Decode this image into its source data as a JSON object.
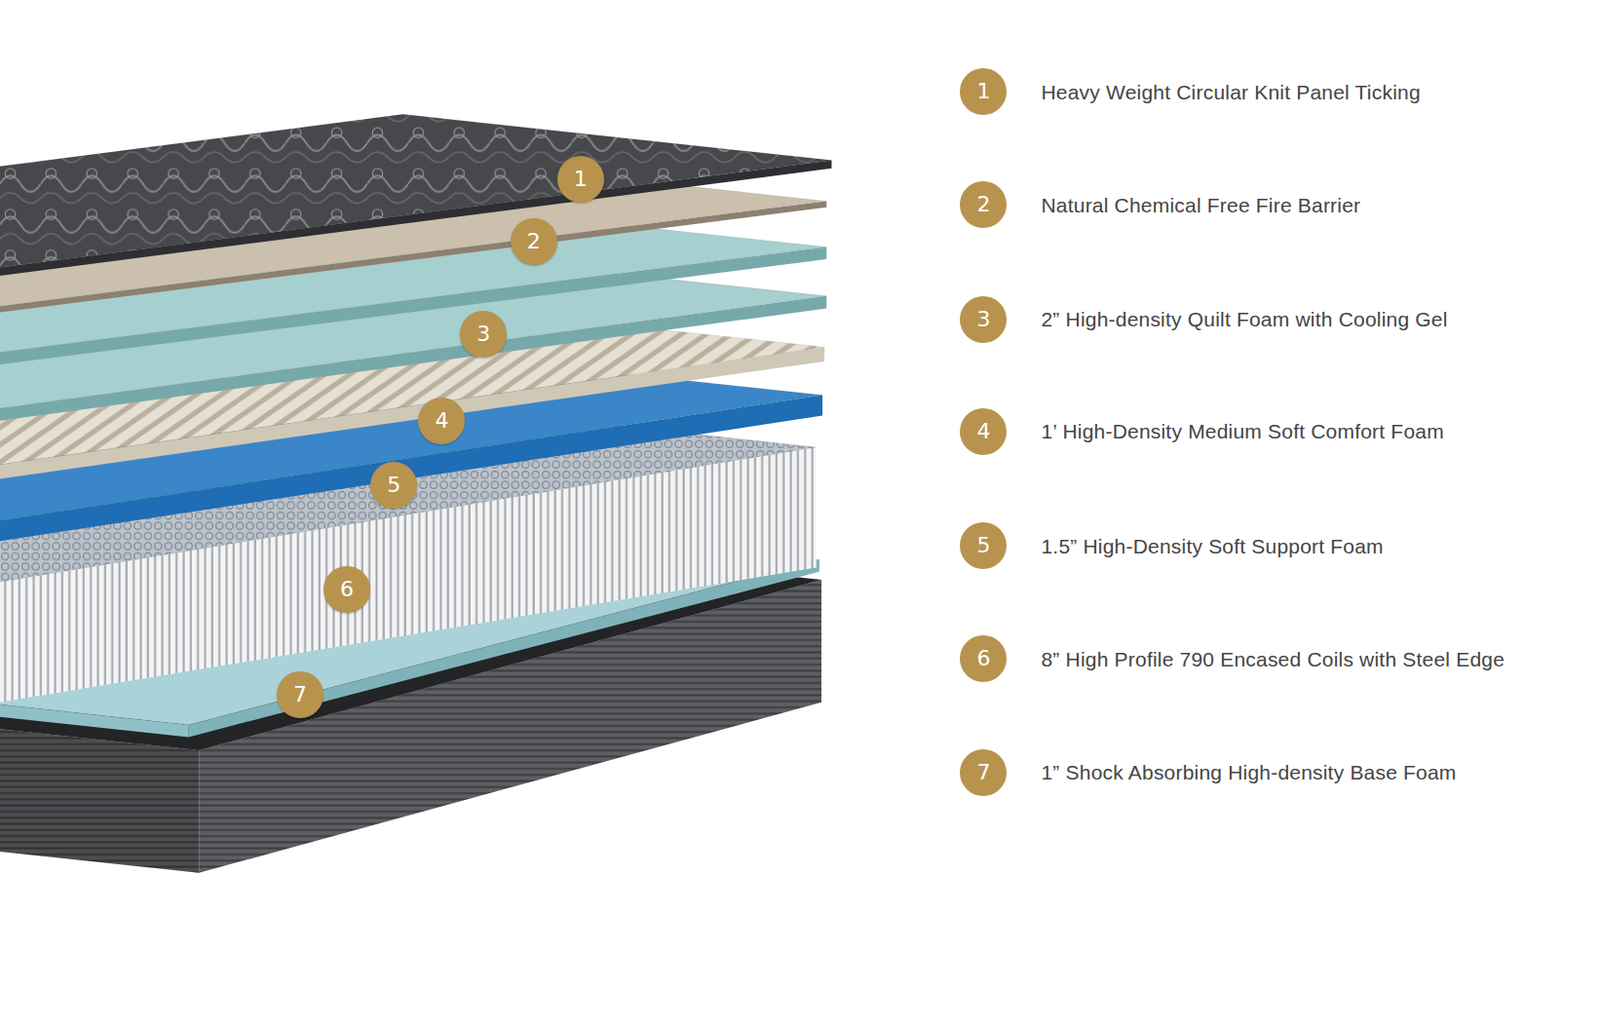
{
  "diagram": {
    "nodes": [
      {
        "text": [
          "1"
        ]
      },
      {
        "text": [
          "2"
        ]
      },
      {
        "text": [
          "3"
        ]
      },
      {
        "text": [
          "4"
        ]
      },
      {
        "text": [
          "5"
        ]
      },
      {
        "text": [
          "6"
        ]
      },
      {
        "text": [
          "7"
        ]
      },
      {
        "text": [
          "1",
          "Heavy Weight Circular Knit Panel Ticking"
        ]
      },
      {
        "text": [
          "2",
          "Natural Chemical Free Fire Barrier"
        ]
      },
      {
        "text": [
          "3",
          "2” High-density Quilt Foam with Cooling Gel"
        ]
      },
      {
        "text": [
          "4",
          "1’ High-Density Medium Soft Comfort Foam"
        ]
      },
      {
        "text": [
          "5",
          "1.5” High-Density Soft Support Foam"
        ]
      },
      {
        "text": [
          "6",
          "8” High Profile 790 Encased Coils with Steel Edge"
        ]
      },
      {
        "text": [
          "7",
          "1” Shock Absorbing High-density Base Foam"
        ]
      }
    ]
  }
}
